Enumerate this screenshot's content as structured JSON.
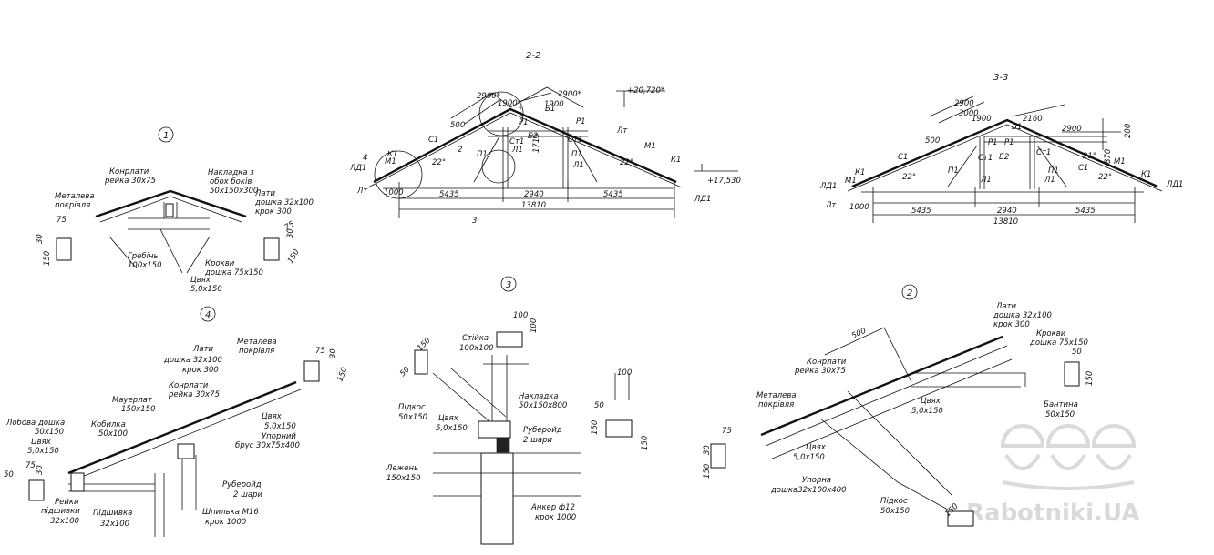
{
  "section_2_2": {
    "title": "2-2",
    "dims_top": [
      "2900*",
      "2900*",
      "1900",
      "1900",
      "500"
    ],
    "elevation_top": "+20,720*",
    "elevation_bottom": "+17,530",
    "height": "1715",
    "spans": [
      "5435",
      "2940",
      "5435"
    ],
    "total": "13810",
    "left_height": "1000",
    "angles": [
      "22°",
      "22°"
    ],
    "labels": [
      "Лт",
      "М1",
      "К1",
      "ЛД1",
      "С1",
      "Б1",
      "Б2",
      "Р1",
      "Р1",
      "П1",
      "П1",
      "Ст1",
      "Ст1",
      "Л1",
      "Л1",
      "К1",
      "М1",
      "ЛД1",
      "Лт"
    ],
    "callouts": [
      "1",
      "2",
      "3",
      "4"
    ]
  },
  "section_3_3": {
    "title": "3-3",
    "dims_top": [
      "2900",
      "3000",
      "1900",
      "2160",
      "2900",
      "500"
    ],
    "heights": [
      "200",
      "870"
    ],
    "spans": [
      "5435",
      "2940",
      "5435"
    ],
    "total": "13810",
    "left_height": "1000",
    "angles": [
      "22°",
      "21°",
      "22°"
    ],
    "labels": [
      "ЛД1",
      "М1",
      "К1",
      "С1",
      "П1",
      "Р1",
      "Р1",
      "Б1",
      "Б2",
      "Ст1",
      "Ст1",
      "П1",
      "С1",
      "Л1",
      "Л1",
      "М1",
      "К1",
      "ЛД1",
      "Лт"
    ]
  },
  "detail_1": {
    "number": "1",
    "labels": [
      {
        "text": "Конрлати"
      },
      {
        "text": "рейка 30х75"
      },
      {
        "text": "Накладка з"
      },
      {
        "text": "обох боків"
      },
      {
        "text": "50х150х300"
      },
      {
        "text": "Лати"
      },
      {
        "text": "дошка 32х100"
      },
      {
        "text": "крок 300"
      },
      {
        "text": "Металева"
      },
      {
        "text": "покрівля"
      },
      {
        "text": "Гребінь"
      },
      {
        "text": "100х150"
      },
      {
        "text": "Цвях"
      },
      {
        "text": "5,0х150"
      },
      {
        "text": "Крокви"
      },
      {
        "text": "дошка 75х150"
      }
    ],
    "section_dims": [
      "75",
      "30",
      "150",
      "75",
      "30",
      "150"
    ]
  },
  "detail_4": {
    "number": "4",
    "labels": [
      {
        "text": "Лати"
      },
      {
        "text": "дошка 32х100"
      },
      {
        "text": "крок 300"
      },
      {
        "text": "Металева"
      },
      {
        "text": "покрівля"
      },
      {
        "text": "Конрлати"
      },
      {
        "text": "рейка 30х75"
      },
      {
        "text": "Мауерлат"
      },
      {
        "text": "150х150"
      },
      {
        "text": "Лобова дошка"
      },
      {
        "text": "50х150"
      },
      {
        "text": "Кобилка"
      },
      {
        "text": "50х100"
      },
      {
        "text": "Цвях"
      },
      {
        "text": "5,0х150"
      },
      {
        "text": "Цвях"
      },
      {
        "text": "5,0х150"
      },
      {
        "text": "Упорний"
      },
      {
        "text": "брус 30х75х400"
      },
      {
        "text": "Руберойд"
      },
      {
        "text": "2 шари"
      },
      {
        "text": "Шпилька М16"
      },
      {
        "text": "крок 1000"
      },
      {
        "text": "Рейки"
      },
      {
        "text": "підшивки"
      },
      {
        "text": "32х100"
      },
      {
        "text": "Підшивка"
      },
      {
        "text": "32х100"
      }
    ],
    "section_dims": [
      "75",
      "30",
      "150",
      "50",
      "75",
      "30"
    ]
  },
  "detail_3": {
    "number": "3",
    "labels": [
      {
        "text": "Стійка"
      },
      {
        "text": "100х100"
      },
      {
        "text": "Підкос"
      },
      {
        "text": "50х150"
      },
      {
        "text": "Цвях"
      },
      {
        "text": "5,0х150"
      },
      {
        "text": "Накладка"
      },
      {
        "text": "50х150х800"
      },
      {
        "text": "Руберойд"
      },
      {
        "text": "2 шари"
      },
      {
        "text": "Лежень"
      },
      {
        "text": "150х150"
      },
      {
        "text": "Анкер ф12"
      },
      {
        "text": "крок 1000"
      }
    ],
    "section_dims": [
      "100",
      "100",
      "150",
      "50",
      "100",
      "50",
      "150",
      "150"
    ]
  },
  "detail_2": {
    "number": "2",
    "labels": [
      {
        "text": "Лати"
      },
      {
        "text": "дошка 32х100"
      },
      {
        "text": "крок 300"
      },
      {
        "text": "Крокви"
      },
      {
        "text": "дошка 75х150"
      },
      {
        "text": "Конрлати"
      },
      {
        "text": "рейка 30х75"
      },
      {
        "text": "Металева"
      },
      {
        "text": "покрівля"
      },
      {
        "text": "Цвях"
      },
      {
        "text": "5,0х150"
      },
      {
        "text": "Цвях"
      },
      {
        "text": "5,0х150"
      },
      {
        "text": "Бантина"
      },
      {
        "text": "50х150"
      },
      {
        "text": "Упорна"
      },
      {
        "text": "дошка32х100х400"
      },
      {
        "text": "Підкос"
      },
      {
        "text": "50х150"
      }
    ],
    "dim": "500",
    "section_dims": [
      "50",
      "150",
      "75",
      "30",
      "150",
      "150"
    ]
  },
  "watermark": "Rabotniki.UA",
  "colors": {
    "line": "#111111",
    "background": "#ffffff",
    "watermark": "#d9d9d9"
  }
}
